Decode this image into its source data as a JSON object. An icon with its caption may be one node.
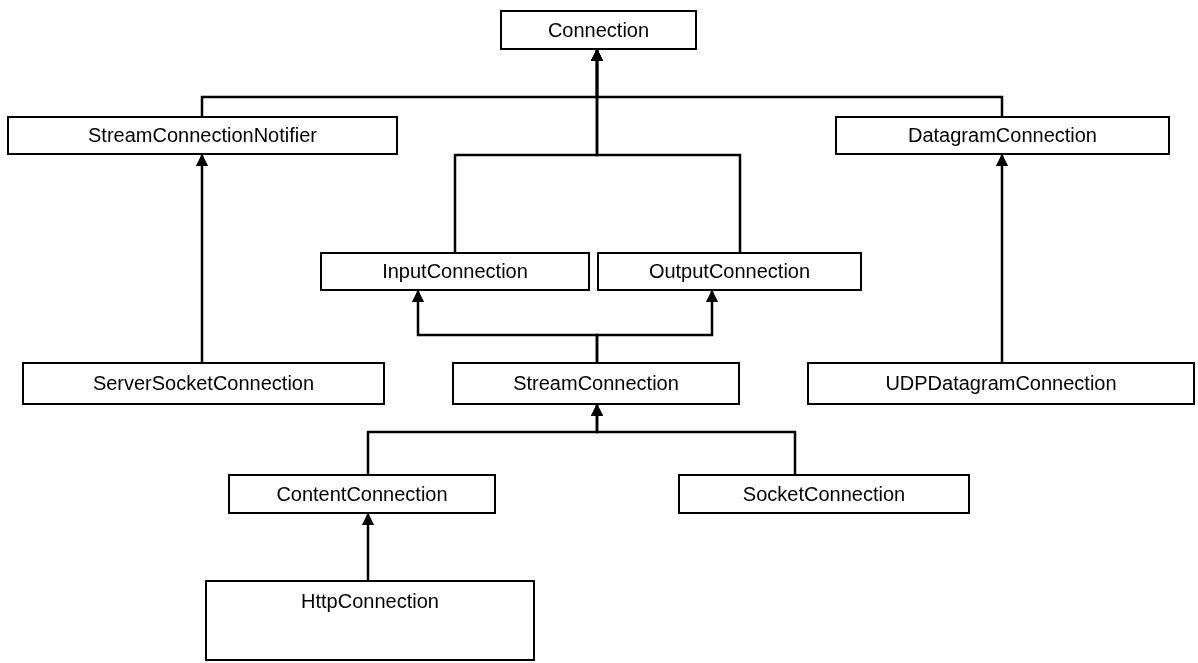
{
  "diagram": {
    "nodes": [
      {
        "text": [
          "Connection"
        ]
      },
      {
        "text": [
          "StreamConnectionNotifier"
        ]
      },
      {
        "text": [
          "DatagramConnection"
        ]
      },
      {
        "text": [
          "InputConnection"
        ]
      },
      {
        "text": [
          "OutputConnection"
        ]
      },
      {
        "text": [
          "ServerSocketConnection"
        ]
      },
      {
        "text": [
          "StreamConnection"
        ]
      },
      {
        "text": [
          "UDPDatagramConnection"
        ]
      },
      {
        "text": [
          "ContentConnection"
        ]
      },
      {
        "text": [
          "SocketConnection"
        ]
      },
      {
        "text": [
          "HttpConnection"
        ]
      }
    ],
    "edges": [
      {
        "from": 1,
        "to": 0,
        "arrow": "to"
      },
      {
        "from": 2,
        "to": 0,
        "arrow": "to"
      },
      {
        "from": 3,
        "to": 0,
        "arrow": "to"
      },
      {
        "from": 4,
        "to": 0,
        "arrow": "to"
      },
      {
        "from": 5,
        "to": 1,
        "arrow": "to"
      },
      {
        "from": 7,
        "to": 2,
        "arrow": "to"
      },
      {
        "from": 6,
        "to": 3,
        "arrow": "to"
      },
      {
        "from": 6,
        "to": 4,
        "arrow": "to"
      },
      {
        "from": 8,
        "to": 6,
        "arrow": "to"
      },
      {
        "from": 9,
        "to": 6,
        "arrow": "to"
      },
      {
        "from": 10,
        "to": 8,
        "arrow": "to"
      }
    ]
  }
}
